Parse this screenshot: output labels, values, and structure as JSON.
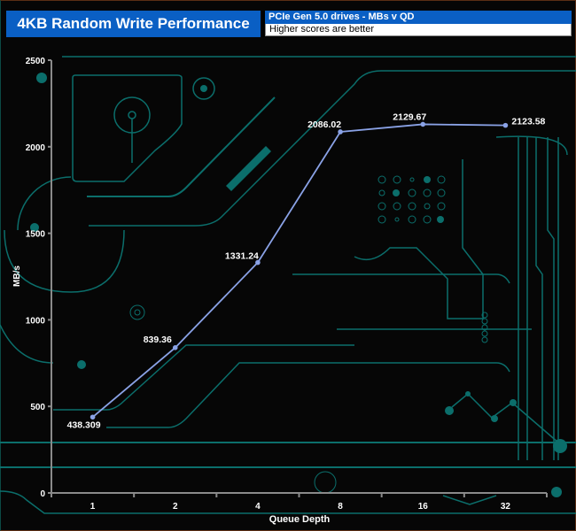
{
  "header": {
    "title": "4KB Random Write Performance",
    "subtitle": "PCIe Gen 5.0 drives - MBs v QD",
    "note": "Higher scores are better"
  },
  "colors": {
    "title_bg": "#0a5fc4",
    "series_line": "#8aa2e6",
    "axis": "#8a8a8a",
    "circuit": "#0e7a78"
  },
  "chart_data": {
    "type": "line",
    "title": "4KB Random Write Performance",
    "subtitle": "PCIe Gen 5.0 drives - MBs v QD",
    "xlabel": "Queue Depth",
    "ylabel": "MB/s",
    "categories": [
      "1",
      "2",
      "4",
      "8",
      "16",
      "32"
    ],
    "ylim": [
      0,
      2500
    ],
    "yticks": [
      0,
      500,
      1000,
      1500,
      2000,
      2500
    ],
    "grid": false,
    "legend": "none",
    "series": [
      {
        "name": "MB/s",
        "values": [
          438.309,
          839.36,
          1331.24,
          2086.02,
          2129.67,
          2123.58
        ],
        "labels": [
          "438.309",
          "839.36",
          "1331.24",
          "2086.02",
          "2129.67",
          "2123.58"
        ]
      }
    ]
  }
}
